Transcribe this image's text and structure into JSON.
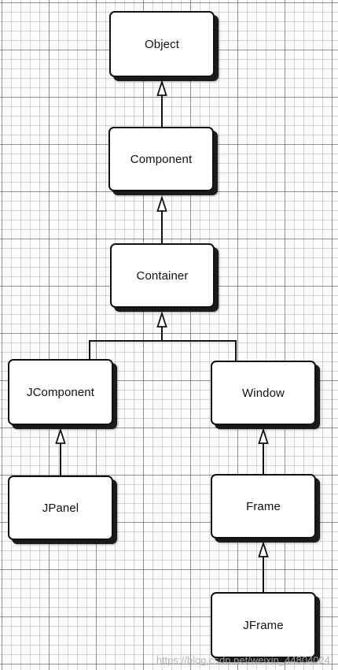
{
  "diagram": {
    "nodes": [
      {
        "id": "object",
        "label": "Object"
      },
      {
        "id": "component",
        "label": "Component"
      },
      {
        "id": "container",
        "label": "Container"
      },
      {
        "id": "jcomponent",
        "label": "JComponent"
      },
      {
        "id": "window",
        "label": "Window"
      },
      {
        "id": "jpanel",
        "label": "JPanel"
      },
      {
        "id": "frame",
        "label": "Frame"
      },
      {
        "id": "jframe",
        "label": "JFrame"
      }
    ],
    "edges": [
      {
        "from": "component",
        "to": "object",
        "kind": "inheritance"
      },
      {
        "from": "container",
        "to": "component",
        "kind": "inheritance"
      },
      {
        "from": "jcomponent",
        "to": "container",
        "kind": "inheritance"
      },
      {
        "from": "window",
        "to": "container",
        "kind": "inheritance"
      },
      {
        "from": "jpanel",
        "to": "jcomponent",
        "kind": "inheritance"
      },
      {
        "from": "frame",
        "to": "window",
        "kind": "inheritance"
      },
      {
        "from": "jframe",
        "to": "frame",
        "kind": "inheritance"
      }
    ],
    "arrowhead": "hollow-triangle"
  },
  "watermark": "https://blog.csdn.net/weixin_44804024"
}
